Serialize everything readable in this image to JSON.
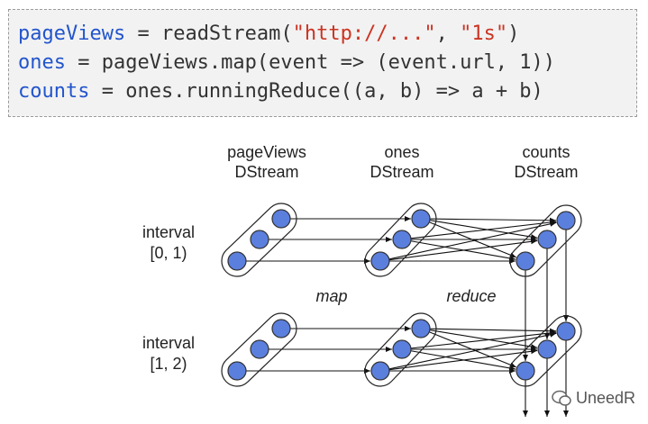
{
  "code": {
    "line1": {
      "var": "pageViews",
      "pre": " = readStream(",
      "str1": "\"http://...\"",
      "mid": ", ",
      "str2": "\"1s\"",
      "post": ")"
    },
    "line2": {
      "var": "ones",
      "rest": " = pageViews.map(event => (event.url, 1))"
    },
    "line3": {
      "var": "counts",
      "rest": " = ones.runningReduce((a, b) => a + b)"
    }
  },
  "diagram": {
    "columns": [
      {
        "name": "pageViews",
        "sub": "DStream"
      },
      {
        "name": "ones",
        "sub": "DStream"
      },
      {
        "name": "counts",
        "sub": "DStream"
      }
    ],
    "intervals": [
      {
        "label": "interval",
        "range": "[0, 1)"
      },
      {
        "label": "interval",
        "range": "[1, 2)"
      }
    ],
    "operations": {
      "map": "map",
      "reduce": "reduce"
    }
  },
  "watermark": {
    "text": "UneedR"
  },
  "colors": {
    "node_fill": "#5b7fdd",
    "node_stroke": "#333333",
    "arrow": "#111111",
    "var_text": "#2255cc",
    "string_text": "#cc3322"
  }
}
